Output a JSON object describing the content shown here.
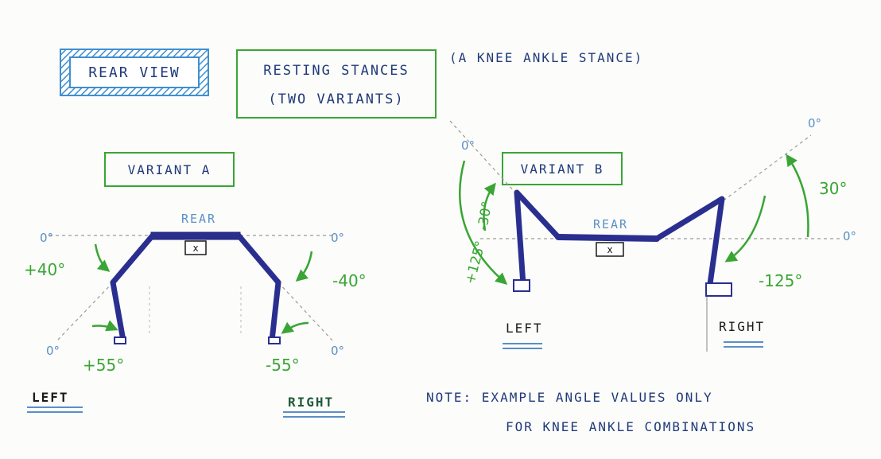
{
  "title_box": "REAR VIEW",
  "heading": {
    "line1": "RESTING STANCES",
    "line2": "(TWO VARIANTS)"
  },
  "subheading": "(A KNEE ANKLE STANCE)",
  "variant_a": {
    "label": "VARIANT A",
    "rear": "REAR",
    "center_mark": "x",
    "zero_marks": [
      "0°",
      "0°",
      "0°",
      "0°"
    ],
    "knee_left": "+40°",
    "knee_right": "-40°",
    "ankle_left": "+55°",
    "ankle_right": "-55°",
    "left": "LEFT",
    "right": "RIGHT"
  },
  "variant_b": {
    "label": "VARIANT B",
    "rear": "REAR",
    "center_mark": "x",
    "zero_marks": [
      "0°",
      "0°",
      "0°"
    ],
    "left_knee": "-30°",
    "left_ankle": "+125°",
    "right_knee": "30°",
    "right_ankle": "-125°",
    "left": "LEFT",
    "right": "RIGHT"
  },
  "note": {
    "line1": "NOTE: EXAMPLE ANGLE VALUES ONLY",
    "line2": "FOR KNEE ANKLE COMBINATIONS"
  },
  "colors": {
    "blue_box": "#3f8fd0",
    "green": "#3aa535",
    "navy": "#2a2f8f",
    "light_blue": "#5a8fc8",
    "gray_dash": "#9a9a9a",
    "black": "#1a1a1a"
  }
}
